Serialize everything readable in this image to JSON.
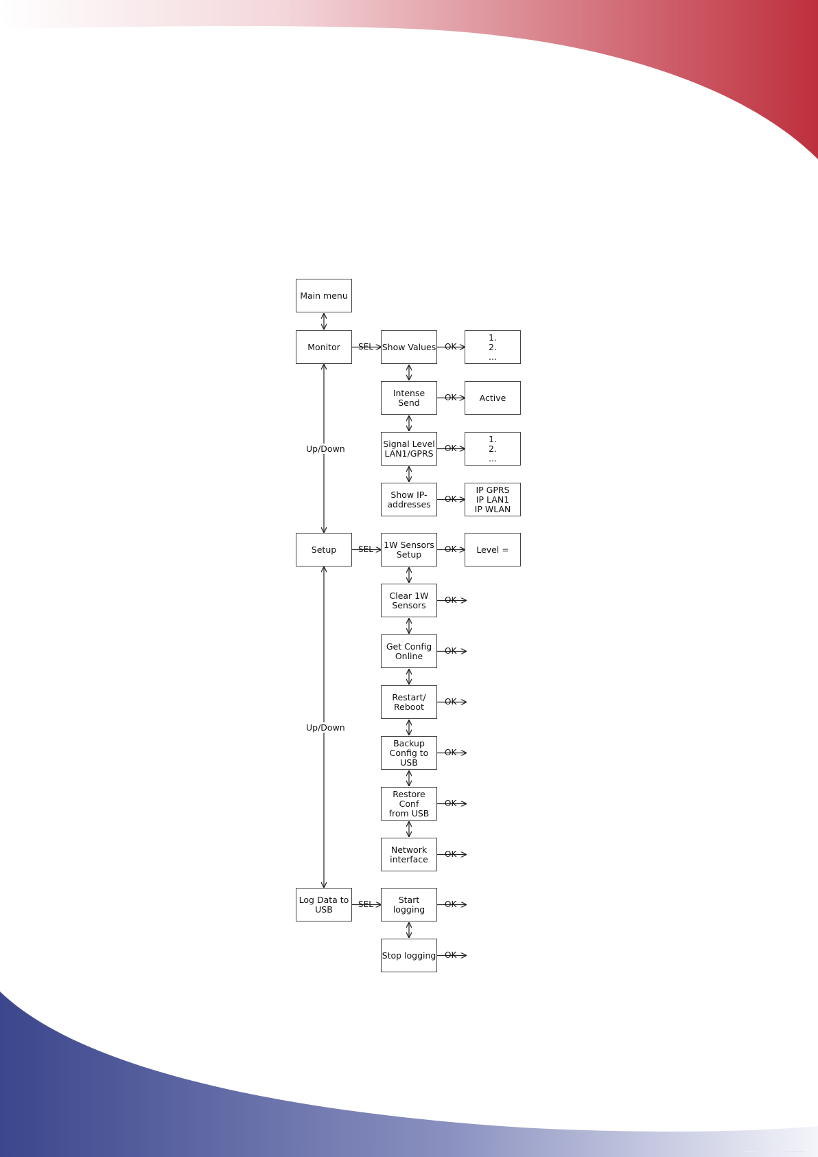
{
  "decor_colors": {
    "top_band_light": "#f3d9dc",
    "top_band_dark": "#be2f3d",
    "bottom_band_dark": "#3b468c",
    "bottom_band_light": "#dfe2ef"
  },
  "main_menu": {
    "label": "Main menu"
  },
  "sections": {
    "monitor": {
      "label": "Monitor",
      "connector": "SEL",
      "items": [
        {
          "label": "Show Values",
          "action": "OK",
          "result": "1.\n2.\n..."
        },
        {
          "label": "Intense\nSend",
          "action": "OK",
          "result": "Active"
        },
        {
          "label": "Signal Level\nLAN1/GPRS",
          "action": "OK",
          "result": "1.\n2.\n..."
        },
        {
          "label": "Show IP-\naddresses",
          "action": "OK",
          "result": "IP GPRS\nIP LAN1\nIP WLAN"
        }
      ]
    },
    "setup": {
      "label": "Setup",
      "connector": "SEL",
      "items": [
        {
          "label": "1W Sensors\nSetup",
          "action": "OK",
          "result": "Level ="
        },
        {
          "label": "Clear 1W\nSensors",
          "action": "OK",
          "result": ""
        },
        {
          "label": "Get Config\nOnline",
          "action": "OK",
          "result": ""
        },
        {
          "label": "Restart/\nReboot",
          "action": "OK",
          "result": ""
        },
        {
          "label": "Backup\nConfig to\nUSB",
          "action": "OK",
          "result": ""
        },
        {
          "label": "Restore Conf\nfrom USB",
          "action": "OK",
          "result": ""
        },
        {
          "label": "Network\ninterface",
          "action": "OK",
          "result": ""
        }
      ]
    },
    "log": {
      "label": "Log Data to\nUSB",
      "connector": "SEL",
      "items": [
        {
          "label": "Start logging",
          "action": "OK",
          "result": ""
        },
        {
          "label": "Stop logging",
          "action": "OK",
          "result": ""
        }
      ]
    }
  },
  "up_down_labels": [
    "Up/Down",
    "Up/Down"
  ]
}
